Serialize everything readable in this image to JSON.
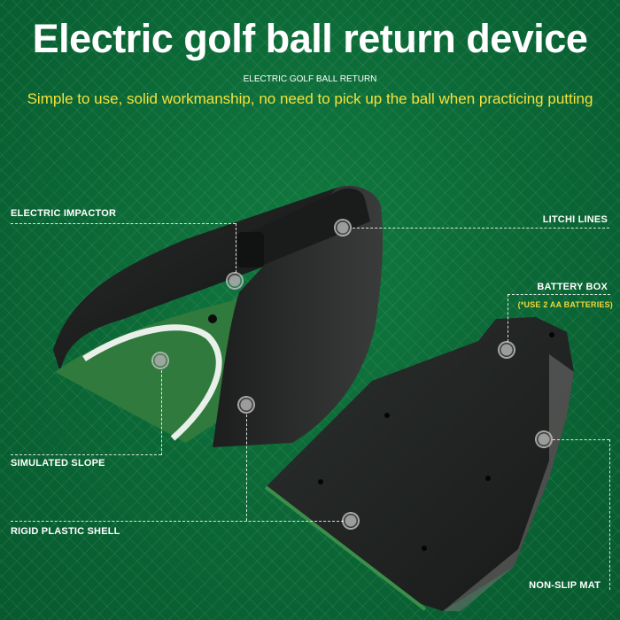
{
  "header": {
    "title": "Electric golf ball return device",
    "subtitle": "ELECTRIC GOLF BALL RETURN",
    "tagline": "Simple to use, solid workmanship, no need to pick up the ball when practicing putting"
  },
  "callouts": {
    "electric_impactor": "ELECTRIC IMPACTOR",
    "litchi_lines": "LITCHI LINES",
    "battery_box": "BATTERY BOX",
    "battery_note": "(*USE 2 AA BATTERIES)",
    "simulated_slope": "SIMULATED SLOPE",
    "rigid_plastic_shell": "RIGID PLASTIC SHELL",
    "non_slip_mat": "NON-SLIP MAT"
  },
  "colors": {
    "background": "#0b6b3a",
    "title": "#ffffff",
    "tagline": "#f5e23a",
    "battery_note": "#f0d73a",
    "product_body": "#1b1d1c",
    "turf": "#2f7a3c"
  }
}
